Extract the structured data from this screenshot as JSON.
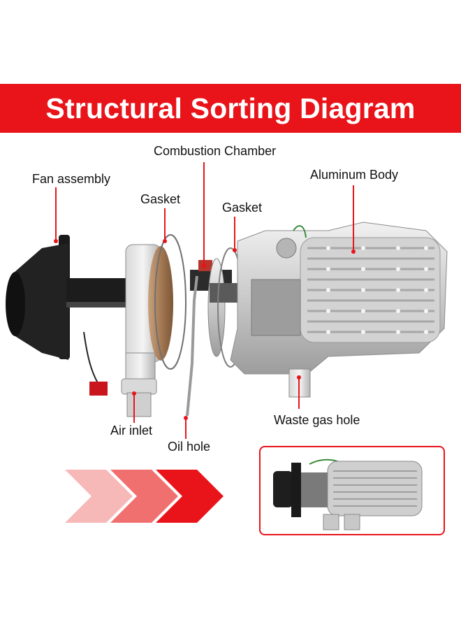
{
  "title": "Structural Sorting Diagram",
  "labels": {
    "fan_assembly": "Fan assembly",
    "gasket_1": "Gasket",
    "combustion_chamber": "Combustion Chamber",
    "gasket_2": "Gasket",
    "aluminum_body": "Aluminum Body",
    "air_inlet": "Air inlet",
    "oil_hole": "Oil hole",
    "waste_gas_hole": "Waste gas hole"
  },
  "colors": {
    "banner": "#e8141a",
    "leader_line": "#e8141a",
    "arrows": [
      "#f7b8b8",
      "#f07070",
      "#e8141a"
    ]
  }
}
